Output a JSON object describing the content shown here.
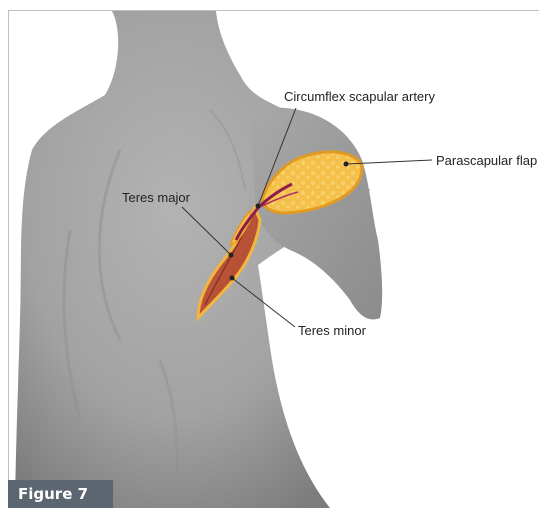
{
  "labels": {
    "circumflex": "Circumflex scapular artery",
    "parascapular": "Parascapular flap",
    "teres_major": "Teres major",
    "teres_minor": "Teres minor"
  },
  "figure_label": "Figure 7",
  "colors": {
    "skin": "#a4a4a4",
    "skin_dark": "#8a8a8a",
    "flap_fat": "#f4c04a",
    "flap_border": "#e8a42a",
    "muscle": "#c0553a",
    "muscle_dark": "#9e3d2a",
    "artery": "#8e1d4a",
    "badge": "#5b6670"
  }
}
